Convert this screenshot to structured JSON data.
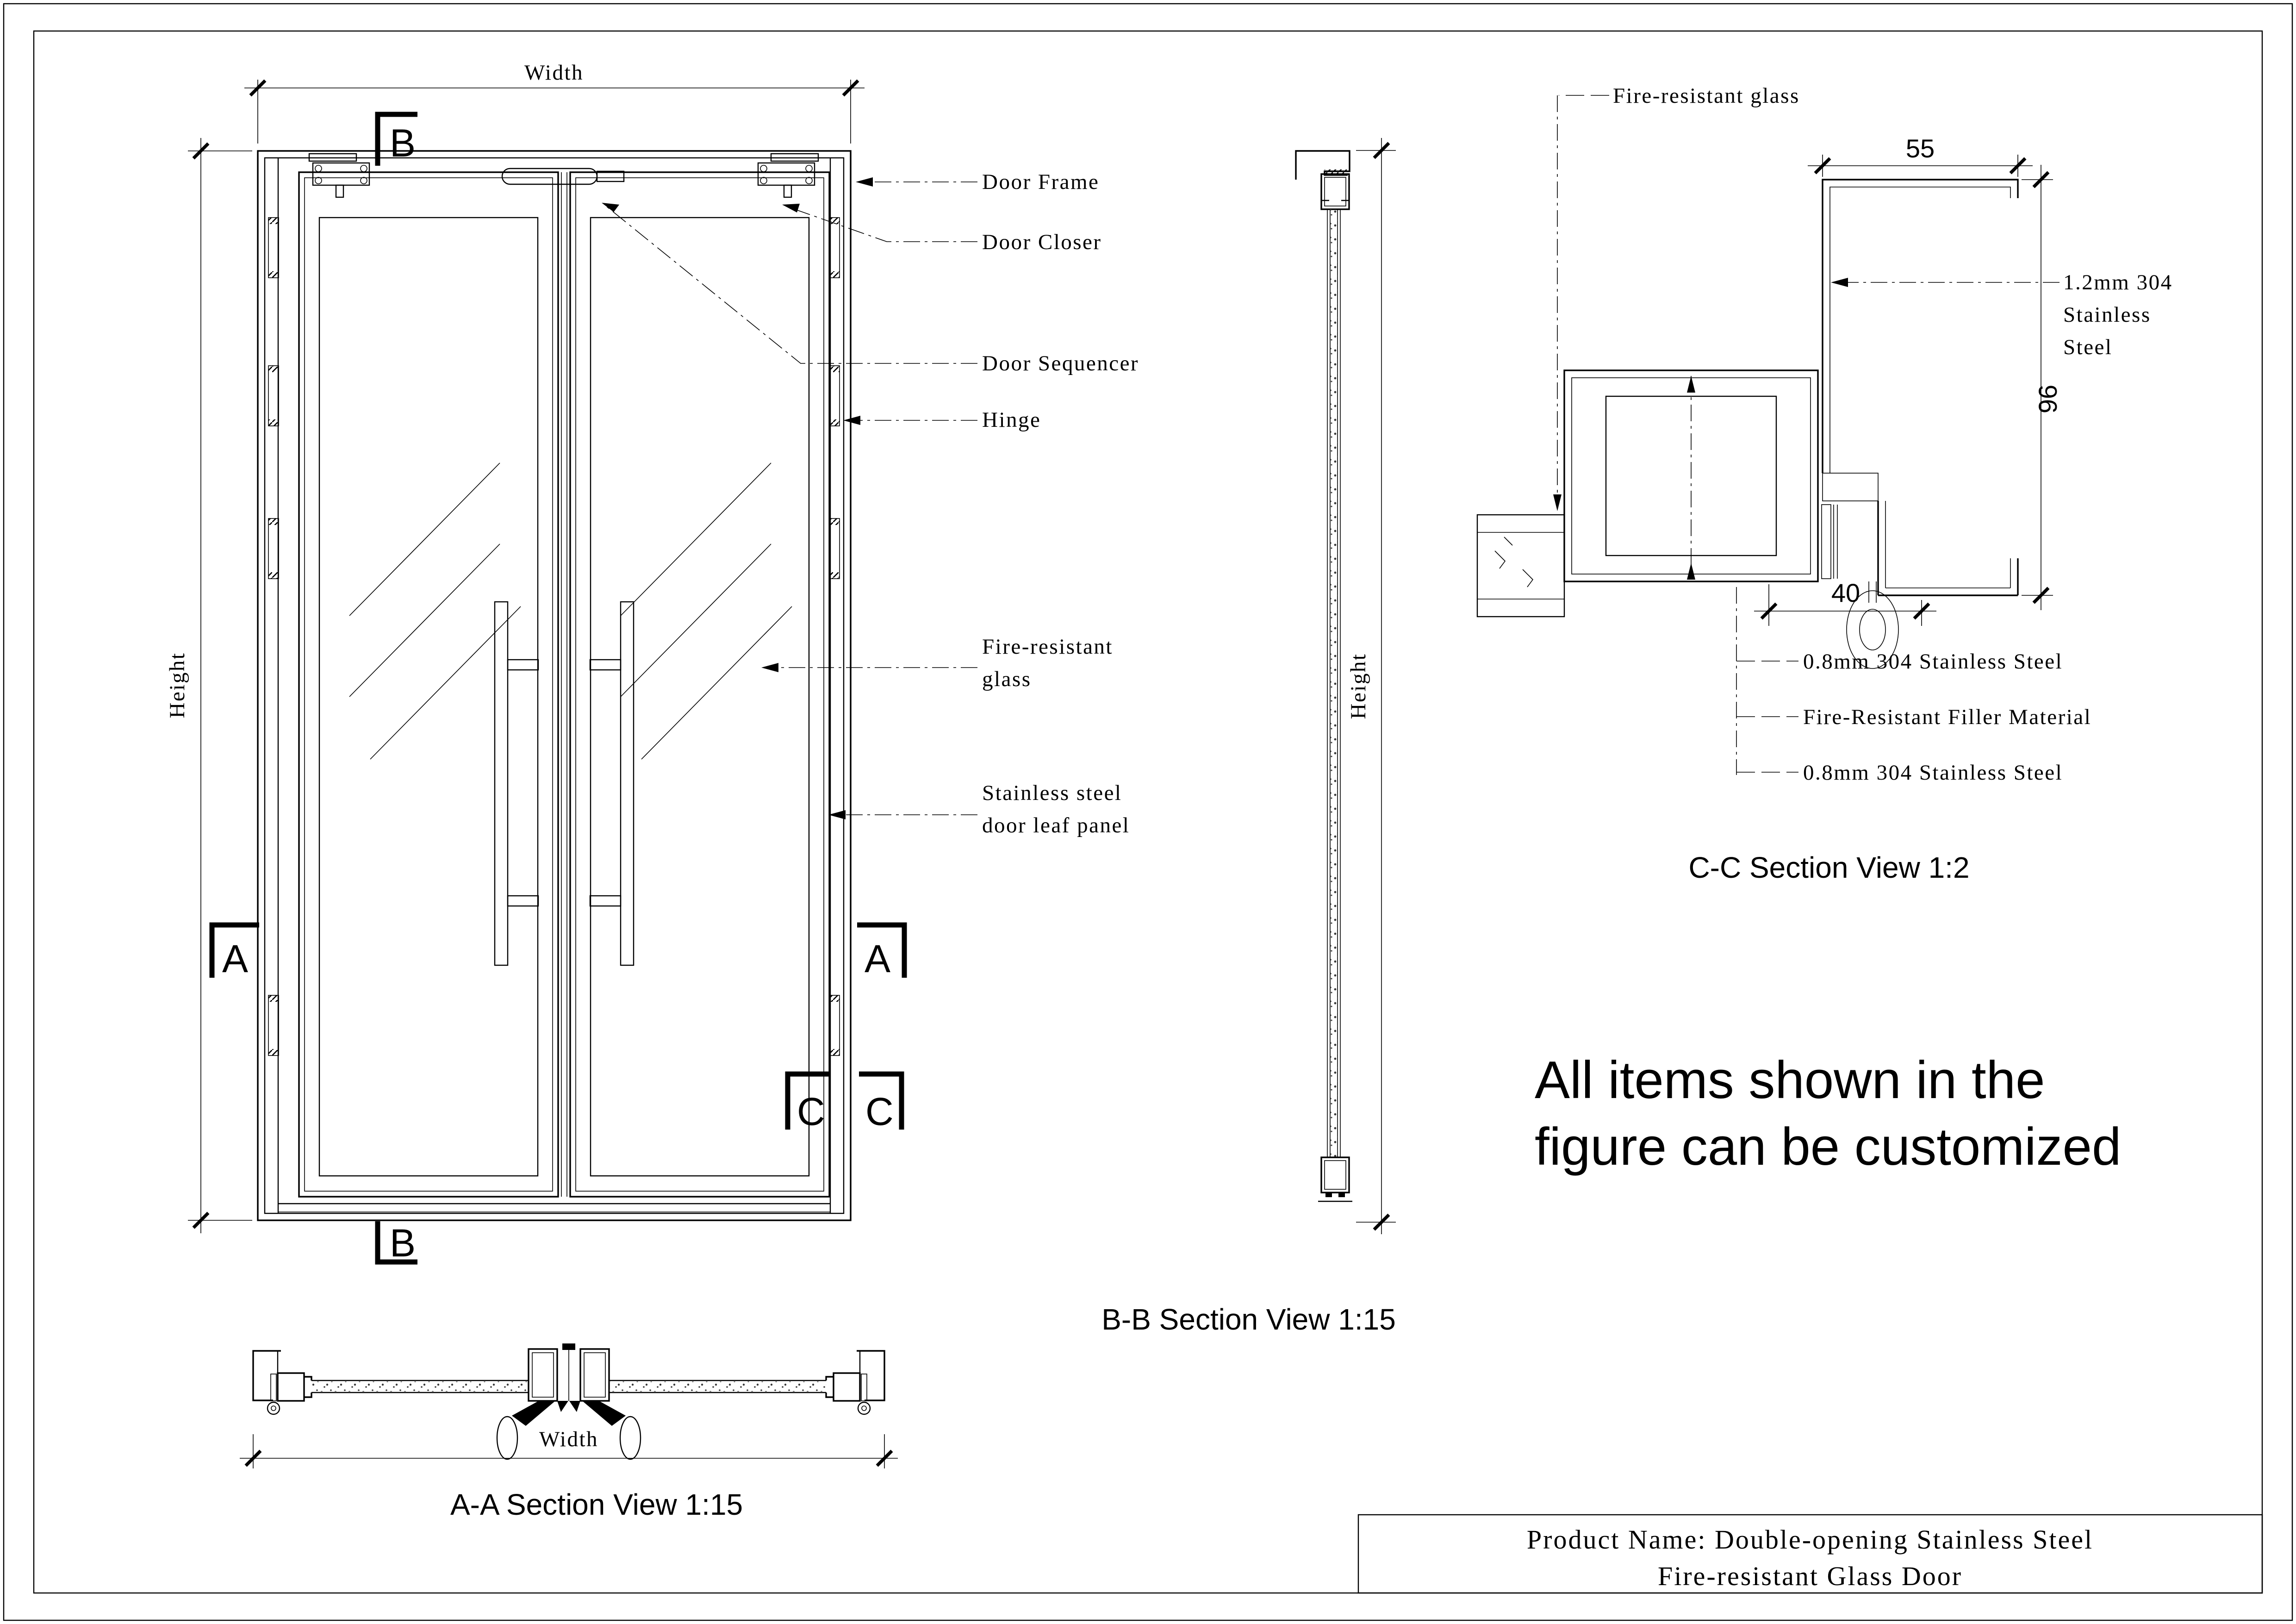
{
  "colors": {
    "ink": "#000000",
    "paper": "#ffffff"
  },
  "elevation": {
    "width_label": "Width",
    "height_label": "Height",
    "markers": {
      "a": "A",
      "b": "B",
      "c": "C"
    },
    "callouts": {
      "door_frame": "Door Frame",
      "door_closer": "Door Closer",
      "door_sequencer": "Door Sequencer",
      "hinge": "Hinge",
      "fire_glass_line1": "Fire-resistant",
      "fire_glass_line2": "glass",
      "leaf_panel_line1": "Stainless steel",
      "leaf_panel_line2": "door leaf panel"
    }
  },
  "section_aa": {
    "caption": "A-A Section View 1:15",
    "width_label": "Width"
  },
  "section_bb": {
    "caption": "B-B Section View 1:15",
    "height_label": "Height"
  },
  "section_cc": {
    "caption": "C-C Section View 1:2",
    "glass_label": "Fire-resistant glass",
    "dim_top": "55",
    "dim_right": "96",
    "dim_bottom": "40",
    "frame_material": {
      "line1": "1.2mm 304",
      "line2": "Stainless",
      "line3": "Steel"
    },
    "skin_top": "0.8mm 304 Stainless Steel",
    "filler": "Fire-Resistant Filler Material",
    "skin_bottom": "0.8mm 304 Stainless Steel"
  },
  "note": {
    "line1": "All items shown in the",
    "line2": "figure can be customized"
  },
  "title_block": {
    "line1": "Product Name: Double-opening Stainless Steel",
    "line2": "Fire-resistant Glass Door"
  }
}
